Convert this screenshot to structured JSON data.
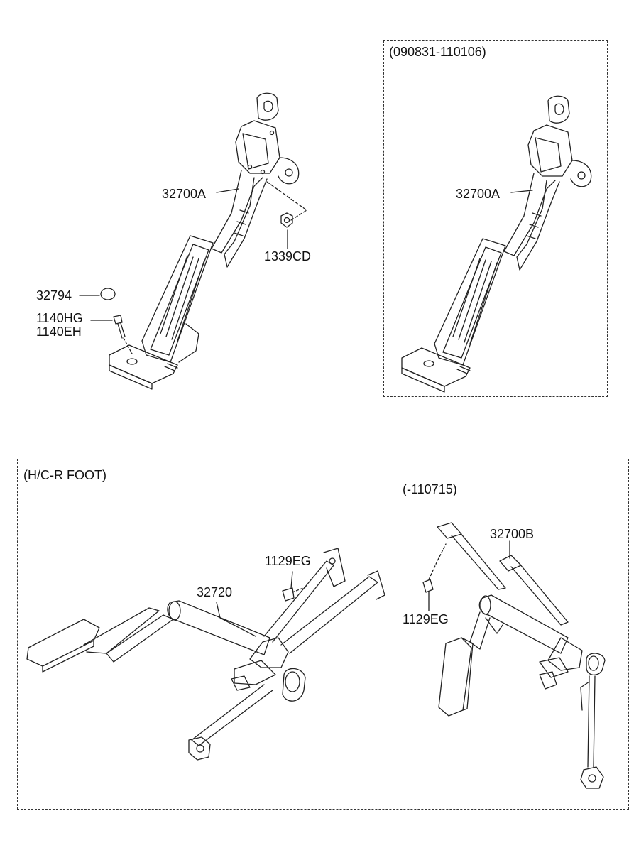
{
  "boxes": {
    "top_right_caption": "(090831-110106)",
    "bottom_caption": "(H/C-R FOOT)",
    "bottom_right_caption": "(-110715)"
  },
  "labels": {
    "pedal_a_left": "32700A",
    "nut": "1339CD",
    "cap": "32794",
    "bolt_1": "1140HG",
    "bolt_2": "1140EH",
    "pedal_a_right": "32700A",
    "bracket_bolt_left": "1129EG",
    "pedal_assembly": "32720",
    "pedal_b": "32700B",
    "bracket_bolt_right": "1129EG"
  }
}
